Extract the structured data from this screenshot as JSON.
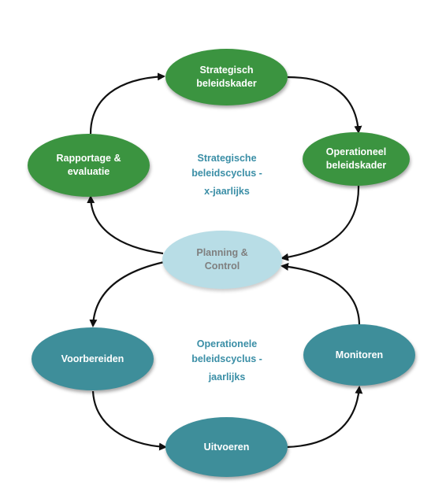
{
  "colors": {
    "green": "#3b9440",
    "teal": "#3e8e9a",
    "light_blue": "#b8dde6",
    "center_text": "#3a8ea6",
    "planning_text": "#7f7f7f",
    "arrow": "#111111"
  },
  "nodes": {
    "strategisch_beleidskader": {
      "line1": "Strategisch",
      "line2": "beleidskader"
    },
    "operationeel_beleidskader": {
      "line1": "Operationeel",
      "line2": "beleidskader"
    },
    "rapportage_evaluatie": {
      "line1": "Rapportage &",
      "line2": "evaluatie"
    },
    "planning_control": {
      "line1": "Planning &",
      "line2": "Control"
    },
    "voorbereiden": {
      "label": "Voorbereiden"
    },
    "monitoren": {
      "label": "Monitoren"
    },
    "uitvoeren": {
      "label": "Uitvoeren"
    }
  },
  "cycles": {
    "strategic": {
      "line1": "Strategische",
      "line2": "beleidscyclus -",
      "line3": "x-jaarlijks"
    },
    "operational": {
      "line1": "Operationele",
      "line2": "beleidscyclus -",
      "line3": "jaarlijks"
    }
  }
}
